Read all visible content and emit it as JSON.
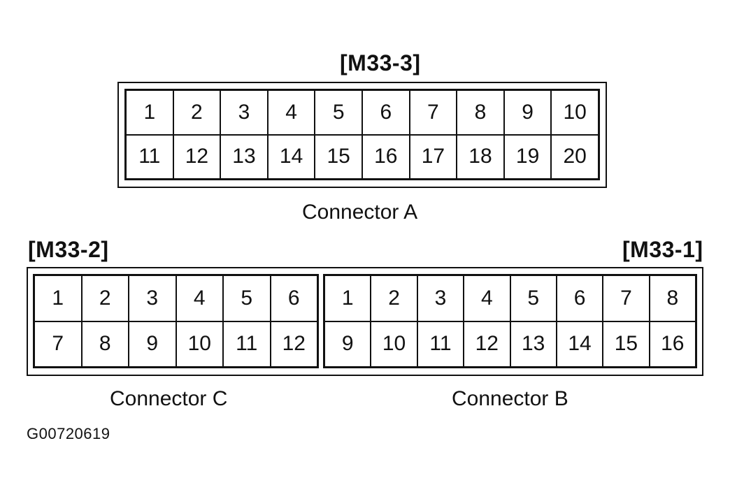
{
  "connector_a": {
    "part": "[M33-3]",
    "name": "Connector A",
    "rows": [
      [
        "1",
        "2",
        "3",
        "4",
        "5",
        "6",
        "7",
        "8",
        "9",
        "10"
      ],
      [
        "11",
        "12",
        "13",
        "14",
        "15",
        "16",
        "17",
        "18",
        "19",
        "20"
      ]
    ]
  },
  "connector_c": {
    "part": "[M33-2]",
    "name": "Connector C",
    "rows": [
      [
        "1",
        "2",
        "3",
        "4",
        "5",
        "6"
      ],
      [
        "7",
        "8",
        "9",
        "10",
        "11",
        "12"
      ]
    ]
  },
  "connector_b": {
    "part": "[M33-1]",
    "name": "Connector B",
    "rows": [
      [
        "1",
        "2",
        "3",
        "4",
        "5",
        "6",
        "7",
        "8"
      ],
      [
        "9",
        "10",
        "11",
        "12",
        "13",
        "14",
        "15",
        "16"
      ]
    ]
  },
  "figure_code": "G00720619"
}
